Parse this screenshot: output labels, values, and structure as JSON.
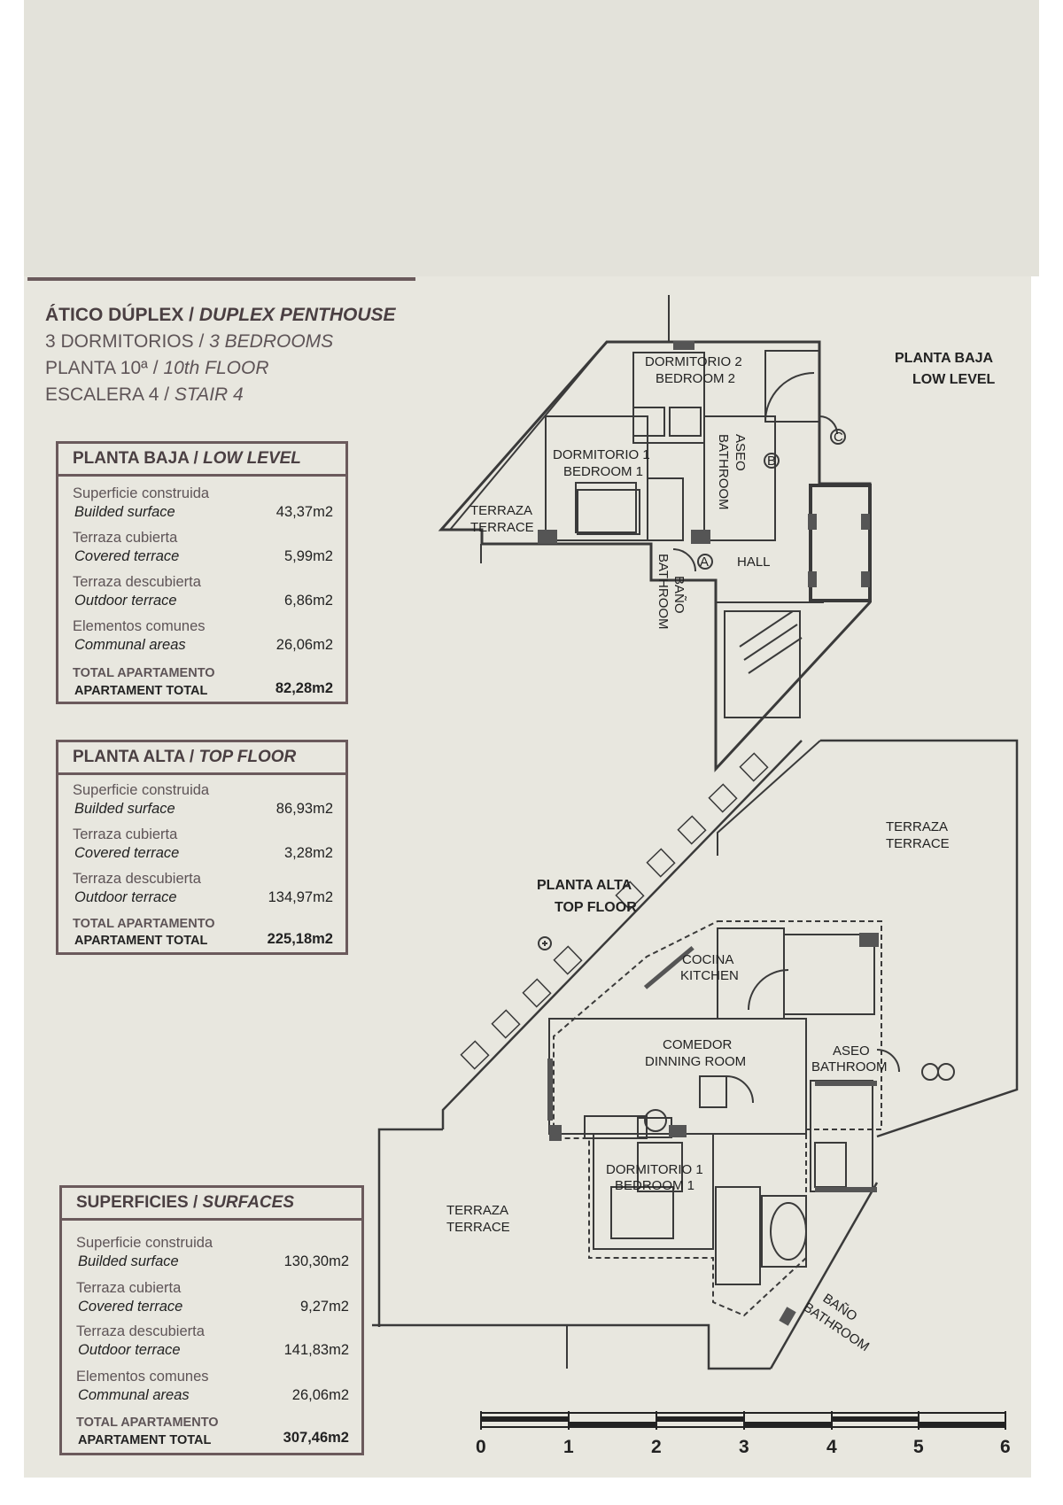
{
  "header": {
    "title_es": "ÁTICO DÚPLEX / ",
    "title_en": "DUPLEX PENTHOUSE",
    "bedrooms_es": "3 DORMITORIOS / ",
    "bedrooms_en": "3 BEDROOMS",
    "floor_es": "PLANTA 10ª / ",
    "floor_en": "10th FLOOR",
    "stair_es": "ESCALERA 4 / ",
    "stair_en": "STAIR 4"
  },
  "tables": {
    "low": {
      "title_es": "PLANTA BAJA / ",
      "title_en": "LOW LEVEL",
      "rows": [
        {
          "es": "Superficie construida",
          "en": "Builded surface",
          "value": "43,37m2"
        },
        {
          "es": "Terraza cubierta",
          "en": "Covered terrace",
          "value": "5,99m2"
        },
        {
          "es": "Terraza descubierta",
          "en": "Outdoor terrace",
          "value": "6,86m2"
        },
        {
          "es": "Elementos comunes",
          "en": "Communal areas",
          "value": "26,06m2"
        },
        {
          "es": "TOTAL APARTAMENTO",
          "en": "APARTAMENT TOTAL",
          "value": "82,28m2"
        }
      ]
    },
    "top": {
      "title_es": "PLANTA ALTA / ",
      "title_en": "TOP FLOOR",
      "rows": [
        {
          "es": "Superficie construida",
          "en": "Builded surface",
          "value": "86,93m2"
        },
        {
          "es": "Terraza cubierta",
          "en": "Covered terrace",
          "value": "3,28m2"
        },
        {
          "es": "Terraza descubierta",
          "en": "Outdoor terrace",
          "value": "134,97m2"
        },
        {
          "es": "TOTAL APARTAMENTO",
          "en": "APARTAMENT TOTAL",
          "value": "225,18m2"
        }
      ]
    },
    "surfaces": {
      "title_es": "SUPERFICIES / ",
      "title_en": "SURFACES",
      "rows": [
        {
          "es": "Superficie construida",
          "en": "Builded surface",
          "value": "130,30m2"
        },
        {
          "es": "Terraza cubierta",
          "en": "Covered terrace",
          "value": "9,27m2"
        },
        {
          "es": "Terraza descubierta",
          "en": "Outdoor terrace",
          "value": "141,83m2"
        },
        {
          "es": "Elementos comunes",
          "en": "Communal areas",
          "value": "26,06m2"
        },
        {
          "es": "TOTAL APARTAMENTO",
          "en": "APARTAMENT TOTAL",
          "value": "307,46m2"
        }
      ]
    }
  },
  "plan_low": {
    "heading_es": "PLANTA BAJA",
    "heading_en": "LOW LEVEL",
    "rooms": {
      "bed2_es": "DORMITORIO 2",
      "bed2_en": "BEDROOM 2",
      "bed1_es": "DORMITORIO 1",
      "bed1_en": "BEDROOM 1",
      "terrace_es": "TERRAZA",
      "terrace_en": "TERRACE",
      "aseo_es": "ASEO",
      "aseo_en": "BATHROOM",
      "bano_es": "BAÑO",
      "bano_en": "BATHROOM",
      "hall": "HALL"
    },
    "markers": [
      "A",
      "B",
      "C"
    ]
  },
  "plan_top": {
    "heading_es": "PLANTA ALTA",
    "heading_en": "TOP FLOOR",
    "rooms": {
      "terrace1_es": "TERRAZA",
      "terrace1_en": "TERRACE",
      "kitchen_es": "COCINA",
      "kitchen_en": "KITCHEN",
      "dining_es": "COMEDOR",
      "dining_en": "DINNING ROOM",
      "aseo_es": "ASEO",
      "aseo_en": "BATHROOM",
      "bed1_es": "DORMITORIO 1",
      "bed1_en": "BEDROOM 1",
      "terrace2_es": "TERRAZA",
      "terrace2_en": "TERRACE",
      "bano_es": "BAÑO",
      "bano_en": "BATHROOM"
    }
  },
  "scale": {
    "ticks": [
      "0",
      "1",
      "2",
      "3",
      "4",
      "5",
      "6"
    ]
  }
}
